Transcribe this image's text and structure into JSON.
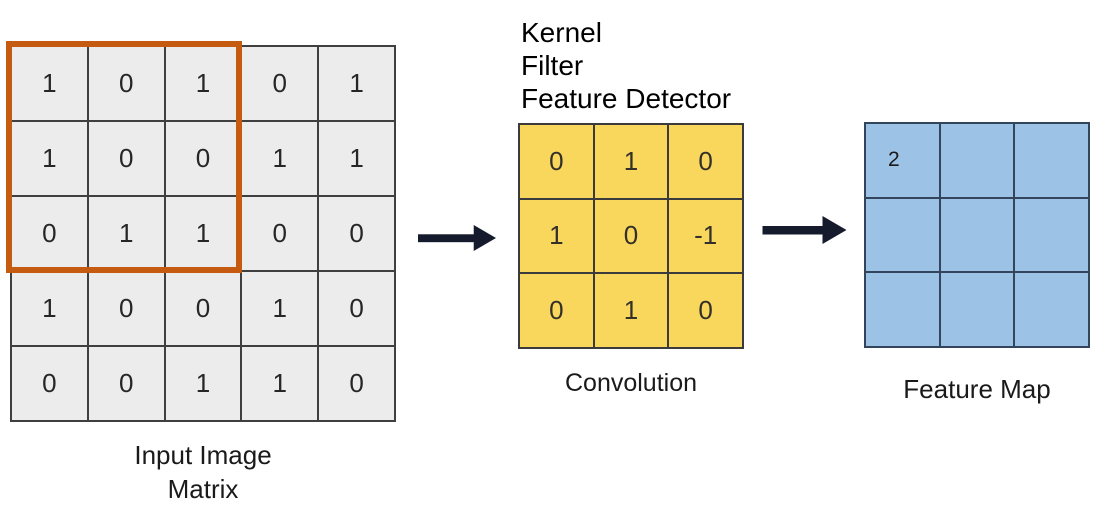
{
  "diagram": {
    "background": "#ffffff",
    "arrow_color": "#151a2c"
  },
  "input_matrix": {
    "caption": "Input Image Matrix",
    "rows": [
      [
        1,
        0,
        1,
        0,
        1
      ],
      [
        1,
        0,
        0,
        1,
        1
      ],
      [
        0,
        1,
        1,
        0,
        0
      ],
      [
        1,
        0,
        0,
        1,
        0
      ],
      [
        0,
        0,
        1,
        1,
        0
      ]
    ],
    "cell_fill": "#edecec",
    "grid_line_color": "#3f3f3f",
    "highlight_window": {
      "rows": 3,
      "cols": 3,
      "border_color": "#c55a11"
    }
  },
  "kernel": {
    "title_lines": [
      "Kernel",
      "Filter",
      "Feature Detector"
    ],
    "rows": [
      [
        0,
        1,
        0
      ],
      [
        1,
        0,
        -1
      ],
      [
        0,
        1,
        0
      ]
    ],
    "cell_fill": "#f9d65c",
    "grid_line_color": "#3b3b3b",
    "caption": "Convolution"
  },
  "feature_map": {
    "rows": [
      [
        "2",
        "",
        ""
      ],
      [
        "",
        "",
        ""
      ],
      [
        "",
        "",
        ""
      ]
    ],
    "cell_fill": "#9cc2e5",
    "grid_line_color": "#33455c",
    "caption": "Feature Map"
  }
}
